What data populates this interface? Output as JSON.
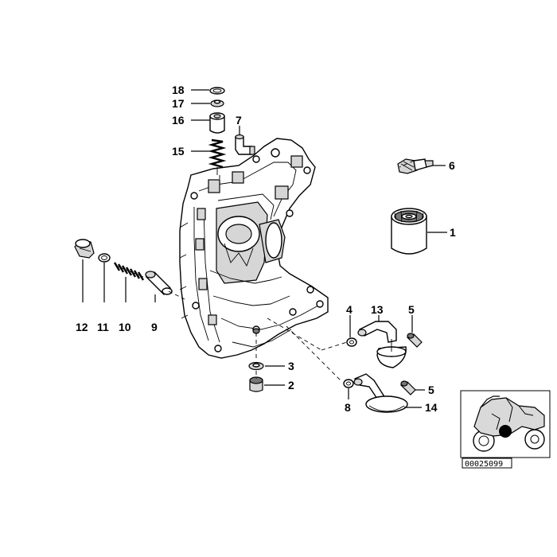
{
  "diagram": {
    "callouts": [
      {
        "id": "18",
        "text": "18"
      },
      {
        "id": "17",
        "text": "17"
      },
      {
        "id": "16",
        "text": "16"
      },
      {
        "id": "7",
        "text": "7"
      },
      {
        "id": "15",
        "text": "15"
      },
      {
        "id": "6",
        "text": "6"
      },
      {
        "id": "1",
        "text": "1"
      },
      {
        "id": "12",
        "text": "12"
      },
      {
        "id": "11",
        "text": "11"
      },
      {
        "id": "10",
        "text": "10"
      },
      {
        "id": "9",
        "text": "9"
      },
      {
        "id": "4",
        "text": "4"
      },
      {
        "id": "13",
        "text": "13"
      },
      {
        "id": "5a",
        "text": "5"
      },
      {
        "id": "3",
        "text": "3"
      },
      {
        "id": "2",
        "text": "2"
      },
      {
        "id": "5b",
        "text": "5"
      },
      {
        "id": "8",
        "text": "8"
      },
      {
        "id": "14",
        "text": "14"
      }
    ],
    "reference_number": "00025099",
    "highlight_color": "#000000",
    "line_color": "#000000"
  }
}
